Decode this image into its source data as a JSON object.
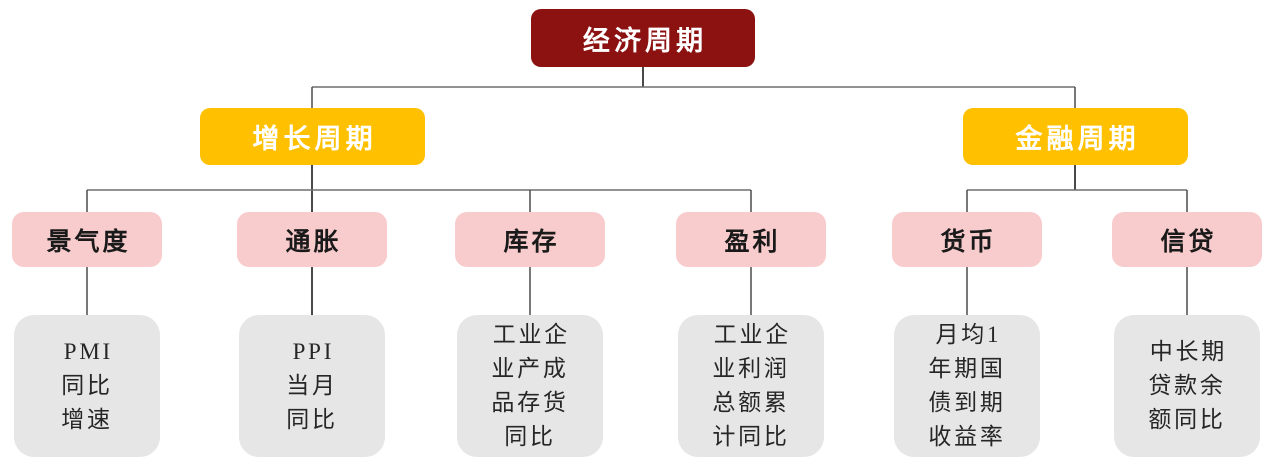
{
  "diagram": {
    "root": {
      "label": "经济周期"
    },
    "branches": [
      {
        "label": "增长周期"
      },
      {
        "label": "金融周期"
      }
    ],
    "categories": [
      {
        "label": "景气度",
        "detail": "PMI\n同比\n增速"
      },
      {
        "label": "通胀",
        "detail": "PPI\n当月\n同比"
      },
      {
        "label": "库存",
        "detail": "工业企\n业产成\n品存货\n同比"
      },
      {
        "label": "盈利",
        "detail": "工业企\n业利润\n总额累\n计同比"
      },
      {
        "label": "货币",
        "detail": "月均1\n年期国\n债到期\n收益率"
      },
      {
        "label": "信贷",
        "detail": "中长期\n贷款余\n额同比"
      }
    ],
    "colors": {
      "root_box": "#8C1212",
      "branch_box": "#FFC000",
      "category_box": "#F8CCCC",
      "detail_box": "#E7E6E6",
      "connector_line": "#4a4a4a",
      "root_text": "#ffffff",
      "branch_text": "#ffffff",
      "category_text": "#1a1a1a",
      "detail_text": "#262626"
    }
  }
}
